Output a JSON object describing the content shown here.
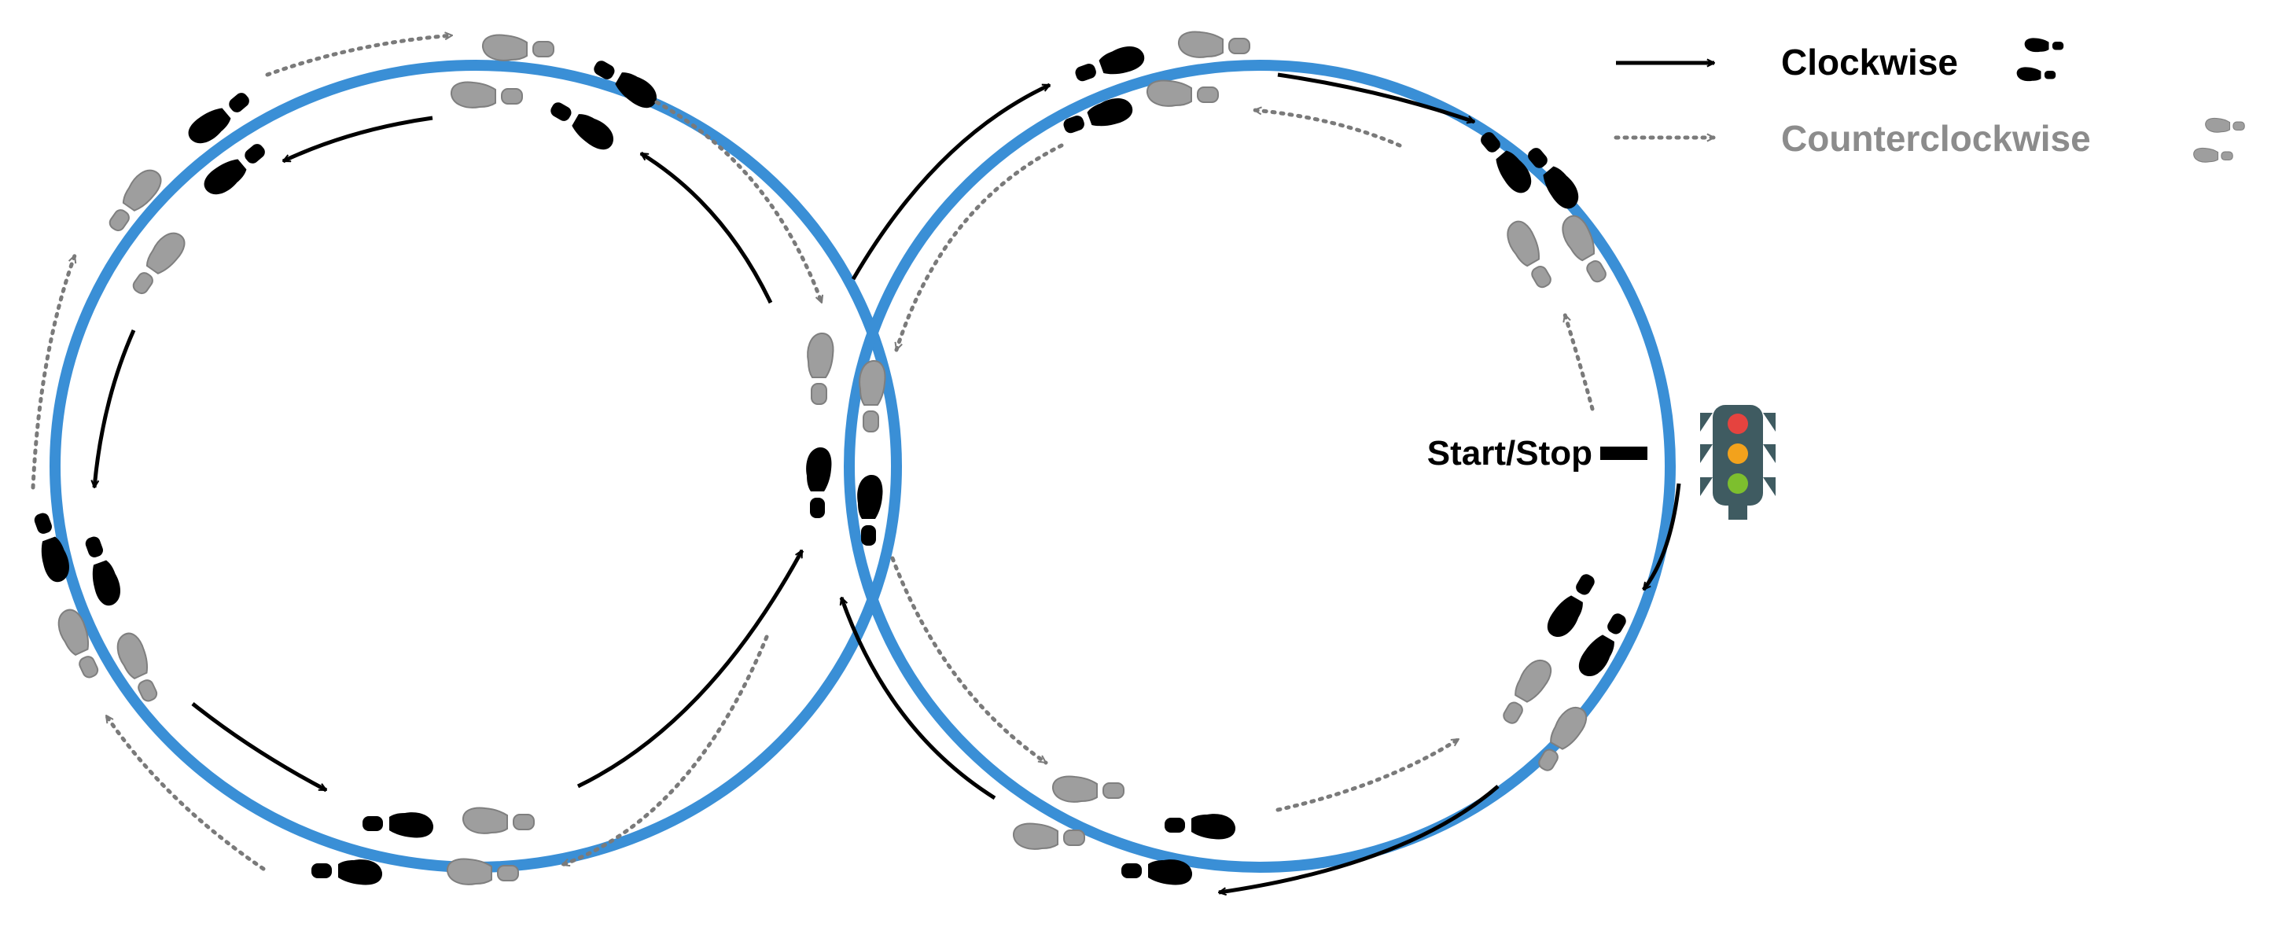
{
  "legend": {
    "clockwise_label": "Clockwise",
    "counterclockwise_label": "Counterclockwise"
  },
  "start_stop_label": "Start/Stop",
  "colors": {
    "track": "#3A8FD6",
    "clockwise": "#000000",
    "counterclockwise": "#9E9E9E",
    "counterclockwise_text": "#8C8C8C",
    "signal_body": "#3F5B61",
    "signal_red": "#E5433F",
    "signal_yellow": "#F3A21C",
    "signal_green": "#7DBF2E"
  },
  "icons": {
    "clockwise_footprint": "black-footprint-icon",
    "counterclockwise_footprint": "gray-footprint-icon",
    "traffic_light": "traffic-light-icon"
  }
}
